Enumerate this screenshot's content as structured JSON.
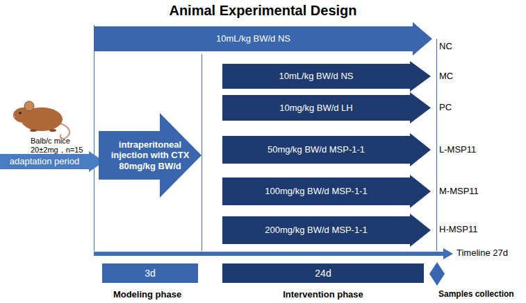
{
  "diagram": {
    "title": "Animal Experimental Design",
    "nodes": [
      {
        "text": [
          "10mL/kg BW/d NS"
        ]
      },
      {
        "text": [
          "adaptation period"
        ]
      },
      {
        "text": [
          "intraperitoneal injection with CTX 80mg/kg BW/d"
        ]
      },
      {
        "text": [
          "10mL/kg BW/d NS"
        ]
      },
      {
        "text": [
          "10mg/kg BW/d LH"
        ]
      },
      {
        "text": [
          "50mg/kg BW/d MSP-1-1"
        ]
      },
      {
        "text": [
          "100mg/kg BW/d MSP-1-1"
        ]
      },
      {
        "text": [
          "200mg/kg BW/d MSP-1-1"
        ]
      },
      {
        "text": [
          "Timeline 27d"
        ]
      },
      {
        "text": [
          "3d"
        ]
      },
      {
        "text": [
          "24d"
        ]
      },
      {
        "text": [
          "Samples collection"
        ]
      }
    ],
    "labels": [
      "NC",
      "MC",
      "PC",
      "L-MSP11",
      "M-MSP11",
      "H-MSP11",
      "Balb/c mice",
      "20±2mg，n=15",
      "Modeling phase",
      "Intervention phase"
    ]
  }
}
